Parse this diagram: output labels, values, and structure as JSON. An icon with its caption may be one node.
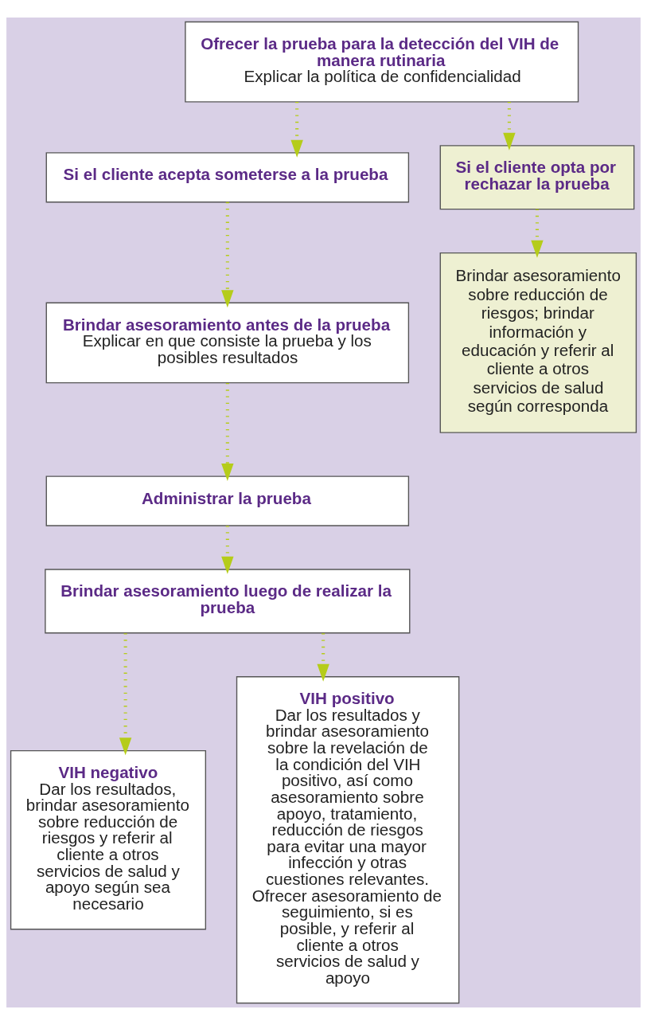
{
  "diagram": {
    "nodes": [
      {
        "text": [
          "Ofrecer la prueba para la detección del VIH de manera rutinaria",
          "Explicar la política de confidencialidad"
        ]
      },
      {
        "text": [
          "Si el cliente acepta someterse a la prueba"
        ]
      },
      {
        "text": [
          "Si el cliente opta por rechazar la prueba"
        ]
      },
      {
        "text": [
          "Brindar asesoramiento antes de la prueba",
          "Explicar en que consiste la prueba y los posibles resultados"
        ]
      },
      {
        "text": [
          "Brindar asesoramiento sobre reducción de riesgos; brindar información y educación y referir al cliente a otros servicios de salud según corresponda"
        ]
      },
      {
        "text": [
          "Administrar la prueba"
        ]
      },
      {
        "text": [
          "Brindar asesoramiento luego de realizar la prueba"
        ]
      },
      {
        "text": [
          "VIH negativo",
          "Dar los resultados, brindar asesoramiento sobre reducción de riesgos y referir al cliente a otros servicios de salud y apoyo según sea necesario"
        ]
      },
      {
        "text": [
          "VIH positivo",
          "Dar los resultados y brindar asesoramiento sobre la revelación de la condición del VIH positivo, así como asesoramiento sobre apoyo, tratamiento, reducción de riesgos para evitar una mayor infección y otras cuestiones relevantes. Ofrecer asesoramiento de seguimiento, si es posible, y referir al cliente a otros servicios de salud y apoyo"
        ]
      }
    ],
    "edges": [
      {
        "from": 0,
        "to": 1,
        "arrow": "to"
      },
      {
        "from": 0,
        "to": 2,
        "arrow": "to"
      },
      {
        "from": 1,
        "to": 3,
        "arrow": "to"
      },
      {
        "from": 2,
        "to": 4,
        "arrow": "to"
      },
      {
        "from": 3,
        "to": 5,
        "arrow": "to"
      },
      {
        "from": 5,
        "to": 6,
        "arrow": "to"
      },
      {
        "from": 6,
        "to": 7,
        "arrow": "to"
      },
      {
        "from": 6,
        "to": 8,
        "arrow": "to"
      }
    ]
  }
}
